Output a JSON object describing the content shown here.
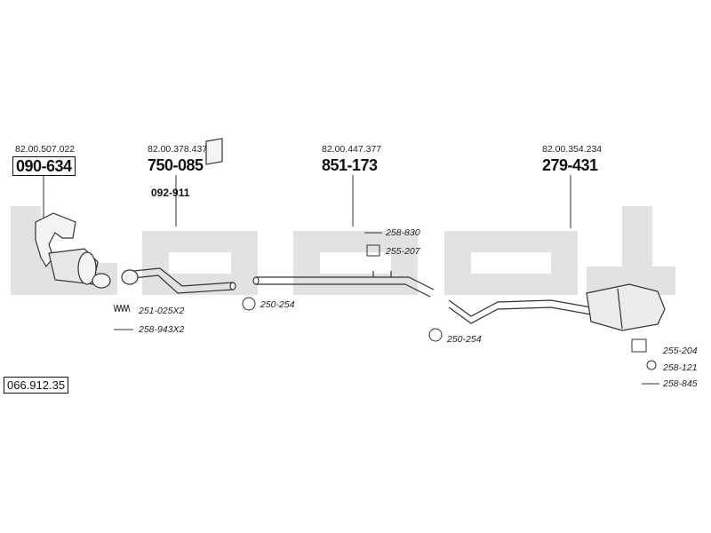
{
  "catalog_number": "066.912.35",
  "watermark": "bosal",
  "main_parts": [
    {
      "oem": "82.00.507.022",
      "part": "090-634"
    },
    {
      "oem": "82.00.378.437",
      "part": "750-085"
    },
    {
      "oem": "82.00.447.377",
      "part": "851-173"
    },
    {
      "oem": "82.00.354.234",
      "part": "279-431"
    }
  ],
  "sub_part": "092-911",
  "accessories": [
    {
      "code": "251-025X2",
      "icon": "spring-icon"
    },
    {
      "code": "258-943X2",
      "icon": "bolt-icon"
    },
    {
      "code": "250-254",
      "icon": "clamp-icon"
    },
    {
      "code": "258-830",
      "icon": "bolt-icon"
    },
    {
      "code": "255-207",
      "icon": "rubber-mount-icon"
    },
    {
      "code": "250-254",
      "icon": "clamp-icon"
    },
    {
      "code": "255-204",
      "icon": "rubber-mount-icon"
    },
    {
      "code": "258-121",
      "icon": "ring-icon"
    },
    {
      "code": "258-845",
      "icon": "bolt-icon"
    }
  ],
  "colors": {
    "watermark": "#e2e2e2",
    "line": "#333333"
  }
}
